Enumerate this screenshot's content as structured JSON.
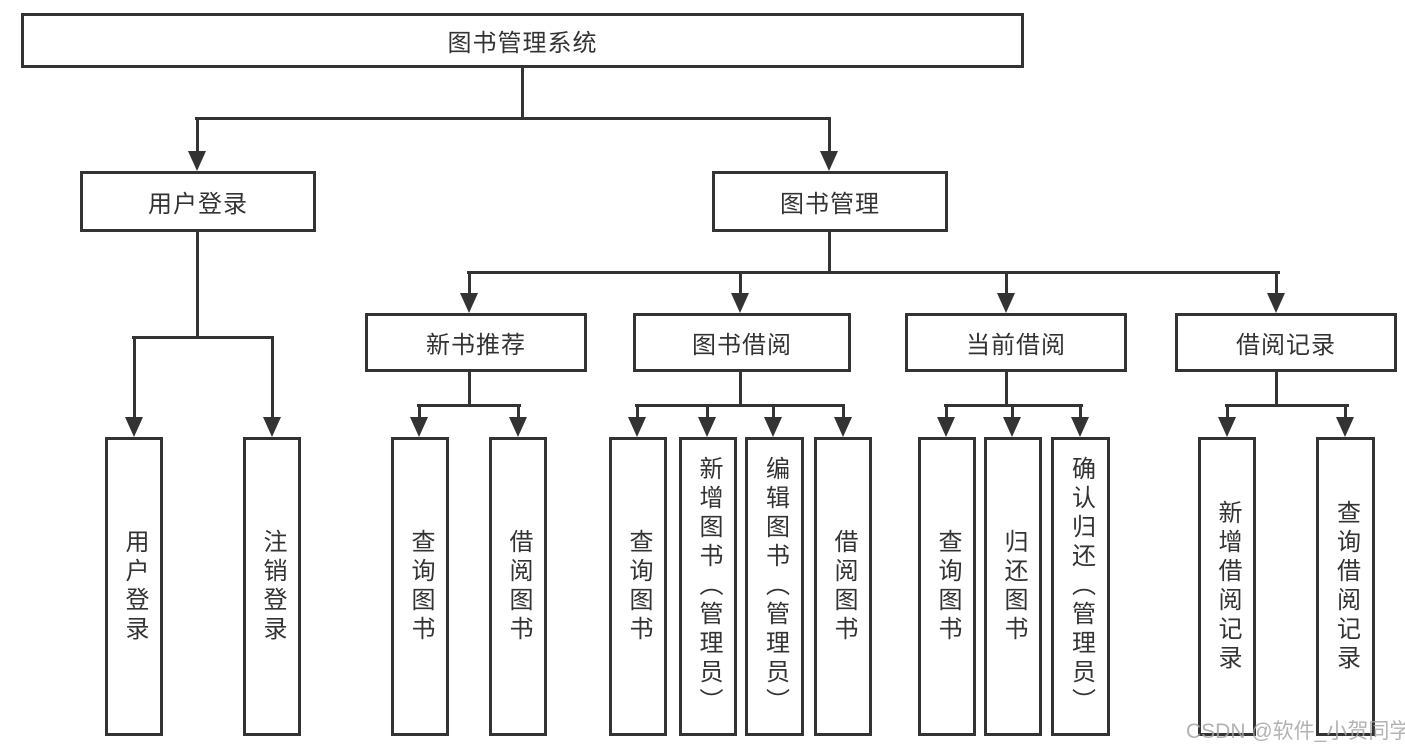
{
  "diagram": {
    "title": "图书管理系统",
    "nodes": {
      "root": {
        "label": "图书管理系统"
      },
      "level2": [
        {
          "label": "用户登录"
        },
        {
          "label": "图书管理"
        }
      ],
      "level3": [
        {
          "label": "新书推荐",
          "parent": "图书管理"
        },
        {
          "label": "图书借阅",
          "parent": "图书管理"
        },
        {
          "label": "当前借阅",
          "parent": "图书管理"
        },
        {
          "label": "借阅记录",
          "parent": "图书管理"
        }
      ],
      "leaves": [
        {
          "label": "用户登录",
          "parent": "用户登录"
        },
        {
          "label": "注销登录",
          "parent": "用户登录"
        },
        {
          "label": "查询图书",
          "parent": "新书推荐"
        },
        {
          "label": "借阅图书",
          "parent": "新书推荐"
        },
        {
          "label": "查询图书",
          "parent": "图书借阅"
        },
        {
          "label": "新增图书（管理员）",
          "parent": "图书借阅"
        },
        {
          "label": "编辑图书（管理员）",
          "parent": "图书借阅"
        },
        {
          "label": "借阅图书",
          "parent": "图书借阅"
        },
        {
          "label": "查询图书",
          "parent": "当前借阅"
        },
        {
          "label": "归还图书",
          "parent": "当前借阅"
        },
        {
          "label": "确认归还（管理员）",
          "parent": "当前借阅"
        },
        {
          "label": "新增借阅记录",
          "parent": "借阅记录"
        },
        {
          "label": "查询借阅记录",
          "parent": "借阅记录"
        }
      ]
    }
  },
  "watermark": {
    "text": "CSDN @软件_小贺同学"
  },
  "colors": {
    "line": "#333333",
    "text": "#333333",
    "background": "#ffffff",
    "watermark": "#a6a6a6"
  }
}
